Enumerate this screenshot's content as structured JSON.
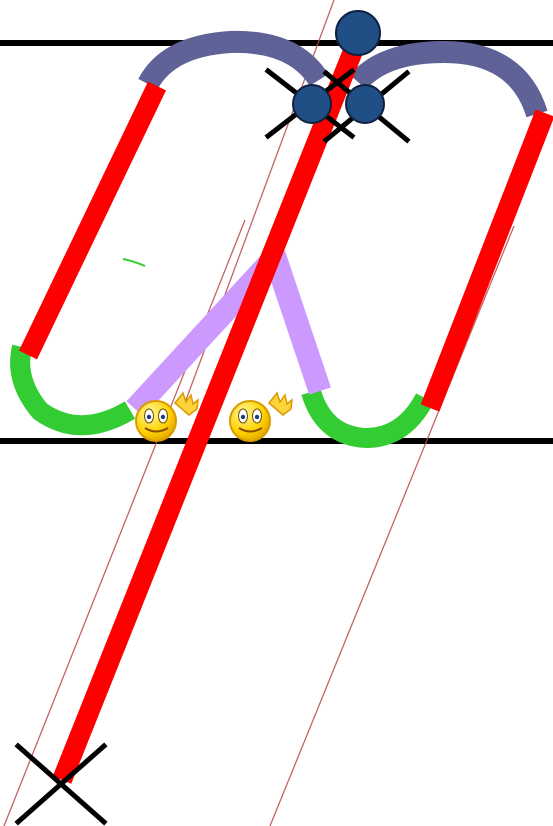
{
  "diagram": {
    "kind": "handwriting-stroke-guide",
    "colors": {
      "background": "#ffffff",
      "guideline": "#000000",
      "slant_guide": "#b84a4a",
      "downstroke": "#ff0000",
      "top_arc": "#5f6296",
      "bottom_arc": "#33cc33",
      "connector": "#cc99ff",
      "marker_fill": "#1f4f85",
      "marker_stroke": "#0f2040",
      "cross": "#000000",
      "emoji_face": "#f5c400",
      "emoji_shade": "#d89a00"
    },
    "icons": [
      "horizontal-guideline",
      "slant-guide-line",
      "red-downstroke",
      "top-arc",
      "bottom-arc",
      "connector-stroke",
      "start-marker",
      "end-cross",
      "smiley-wave-icon"
    ]
  }
}
